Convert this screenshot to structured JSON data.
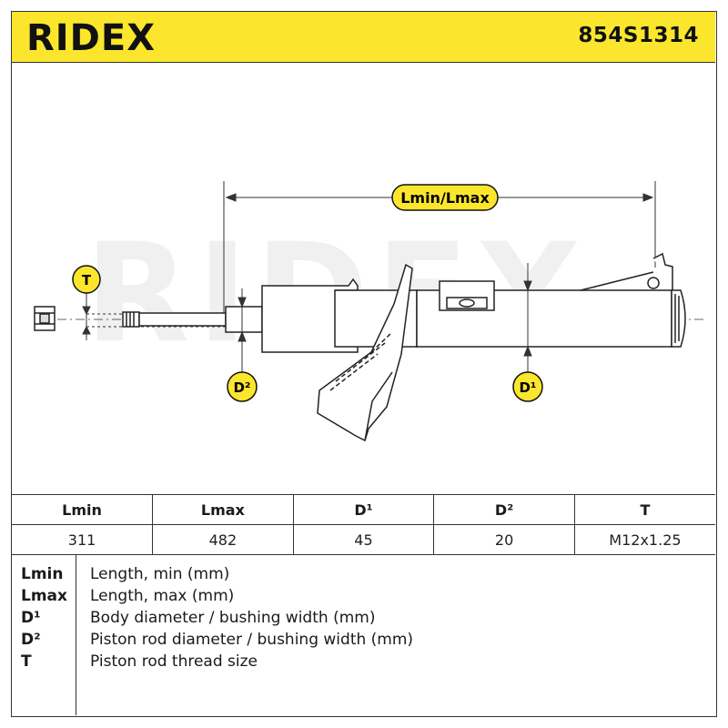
{
  "header": {
    "brand": "RIDEX",
    "part_number": "854S1314",
    "background_color": "#fbe62d"
  },
  "drawing": {
    "watermark": "RIDEX",
    "labels": {
      "length": "Lmin/Lmax",
      "thread": "T",
      "rod_diameter": "D²",
      "body_diameter": "D¹"
    },
    "badge_color": "#fbe62d"
  },
  "table": {
    "headers": [
      "Lmin",
      "Lmax",
      "D¹",
      "D²",
      "T"
    ],
    "values": [
      "311",
      "482",
      "45",
      "20",
      "M12x1.25"
    ]
  },
  "legend": [
    {
      "key": "Lmin",
      "desc": "Length, min (mm)"
    },
    {
      "key": "Lmax",
      "desc": "Length, max (mm)"
    },
    {
      "key": "D¹",
      "desc": "Body diameter / bushing width (mm)"
    },
    {
      "key": "D²",
      "desc": "Piston rod diameter / bushing width (mm)"
    },
    {
      "key": "T",
      "desc": "Piston rod thread size"
    }
  ]
}
